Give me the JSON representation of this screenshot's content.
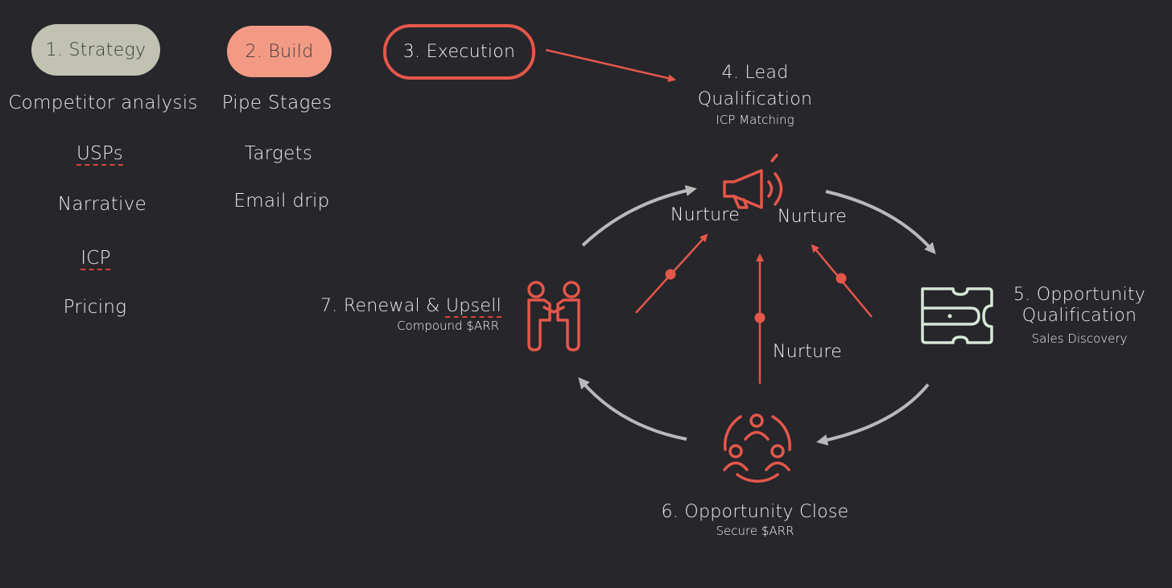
{
  "phases": {
    "strategy": {
      "label": "1. Strategy",
      "items": [
        "Competitor analysis",
        "USPs",
        "Narrative",
        "ICP",
        "Pricing"
      ]
    },
    "build": {
      "label": "2. Build",
      "items": [
        "Pipe Stages",
        "Targets",
        "Email drip"
      ]
    },
    "execution": {
      "label": "3. Execution"
    }
  },
  "cycle": {
    "lead": {
      "title_line1": "4. Lead",
      "title_line2": "Qualification",
      "subtitle": "ICP Matching",
      "icon": "megaphone-icon"
    },
    "opportunity": {
      "title_line1": "5. Opportunity",
      "title_line2": "Qualification",
      "subtitle": "Sales Discovery",
      "icon": "ticket-icon"
    },
    "close": {
      "title": "6. Opportunity Close",
      "subtitle": "Secure $ARR",
      "icon": "team-circle-icon"
    },
    "renewal": {
      "title_part1": "7. Renewal & ",
      "title_part2": "Upsell",
      "subtitle": "Compound $ARR",
      "icon": "handshake-icon"
    },
    "nurture_labels": [
      "Nurture",
      "Nurture",
      "Nurture"
    ]
  },
  "colors": {
    "background": "#26262b",
    "accent_red": "#e5574a",
    "strategy_pill": "#c1c2b1",
    "build_pill": "#f39a85",
    "cycle_arrow": "#b9b9b9",
    "ticket_icon": "#d7e6d6",
    "text": "#ececec"
  }
}
